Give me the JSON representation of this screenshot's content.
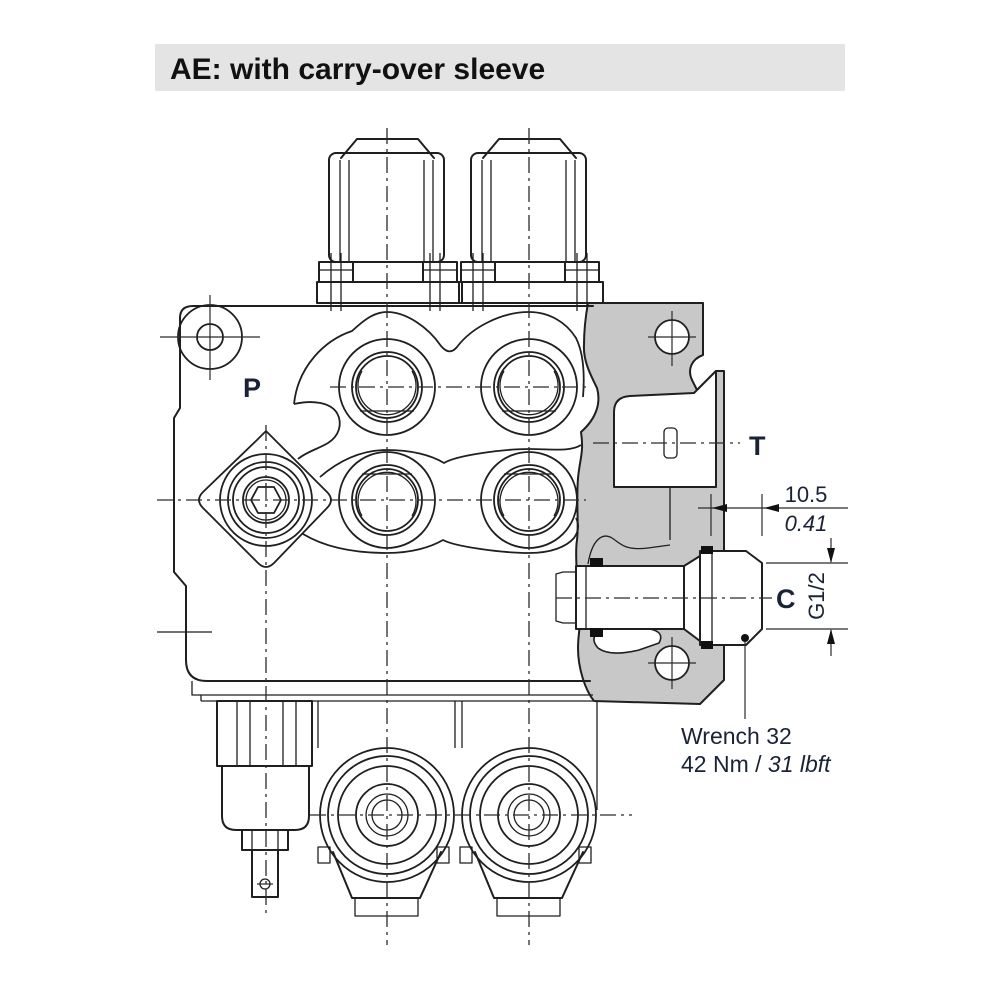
{
  "page": {
    "title": "AE: with carry-over sleeve"
  },
  "colors": {
    "line": "#1f1f1f",
    "section_gray": "#c8c8c8",
    "title_bar_bg": "#e4e4e4",
    "label_text": "#1a2236"
  },
  "diagram": {
    "port_labels": {
      "p": "P",
      "t": "T",
      "c": "C"
    },
    "dimensions": {
      "offset_mm": "10.5",
      "offset_in": "0.41",
      "thread": "G1/2"
    },
    "notes": {
      "wrench": "Wrench 32",
      "torque_metric": "42 Nm / ",
      "torque_imperial": "31 lbft"
    }
  }
}
